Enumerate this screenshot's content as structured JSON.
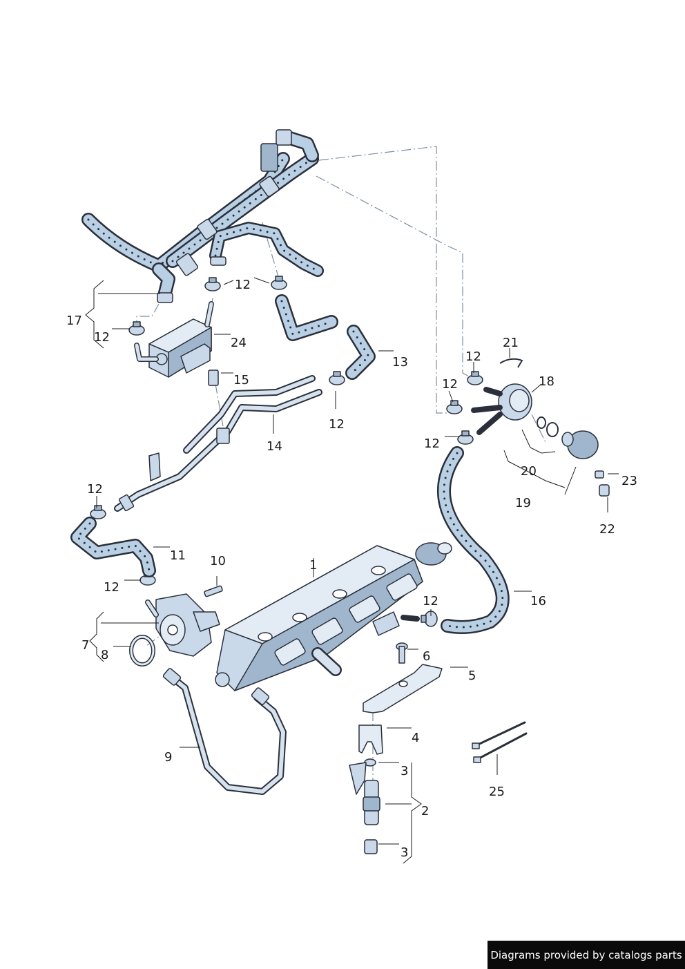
{
  "labels": [
    {
      "id": "l1",
      "text": "1"
    },
    {
      "id": "l2",
      "text": "2"
    },
    {
      "id": "l3a",
      "text": "3"
    },
    {
      "id": "l3b",
      "text": "3"
    },
    {
      "id": "l4",
      "text": "4"
    },
    {
      "id": "l5",
      "text": "5"
    },
    {
      "id": "l6",
      "text": "6"
    },
    {
      "id": "l7",
      "text": "7"
    },
    {
      "id": "l8",
      "text": "8"
    },
    {
      "id": "l9",
      "text": "9"
    },
    {
      "id": "l10",
      "text": "10"
    },
    {
      "id": "l11",
      "text": "11"
    },
    {
      "id": "l12a",
      "text": "12"
    },
    {
      "id": "l12b",
      "text": "12"
    },
    {
      "id": "l12c",
      "text": "12"
    },
    {
      "id": "l12d",
      "text": "12"
    },
    {
      "id": "l12e",
      "text": "12"
    },
    {
      "id": "l12f",
      "text": "12"
    },
    {
      "id": "l12g",
      "text": "12"
    },
    {
      "id": "l12h",
      "text": "12"
    },
    {
      "id": "l12i",
      "text": "12"
    },
    {
      "id": "l12j",
      "text": "12"
    },
    {
      "id": "l13",
      "text": "13"
    },
    {
      "id": "l14",
      "text": "14"
    },
    {
      "id": "l15",
      "text": "15"
    },
    {
      "id": "l16",
      "text": "16"
    },
    {
      "id": "l17",
      "text": "17"
    },
    {
      "id": "l18",
      "text": "18"
    },
    {
      "id": "l19",
      "text": "19"
    },
    {
      "id": "l20",
      "text": "20"
    },
    {
      "id": "l21",
      "text": "21"
    },
    {
      "id": "l22",
      "text": "22"
    },
    {
      "id": "l23",
      "text": "23"
    },
    {
      "id": "l24",
      "text": "24"
    },
    {
      "id": "l25",
      "text": "25"
    }
  ],
  "credit": "Diagrams provided by catalogs parts",
  "colors": {
    "part_fill": "#c9d9ea",
    "outline": "#2a2f3a",
    "dash_line": "#7d8ea3",
    "credit_bg": "#0a0a0a"
  }
}
